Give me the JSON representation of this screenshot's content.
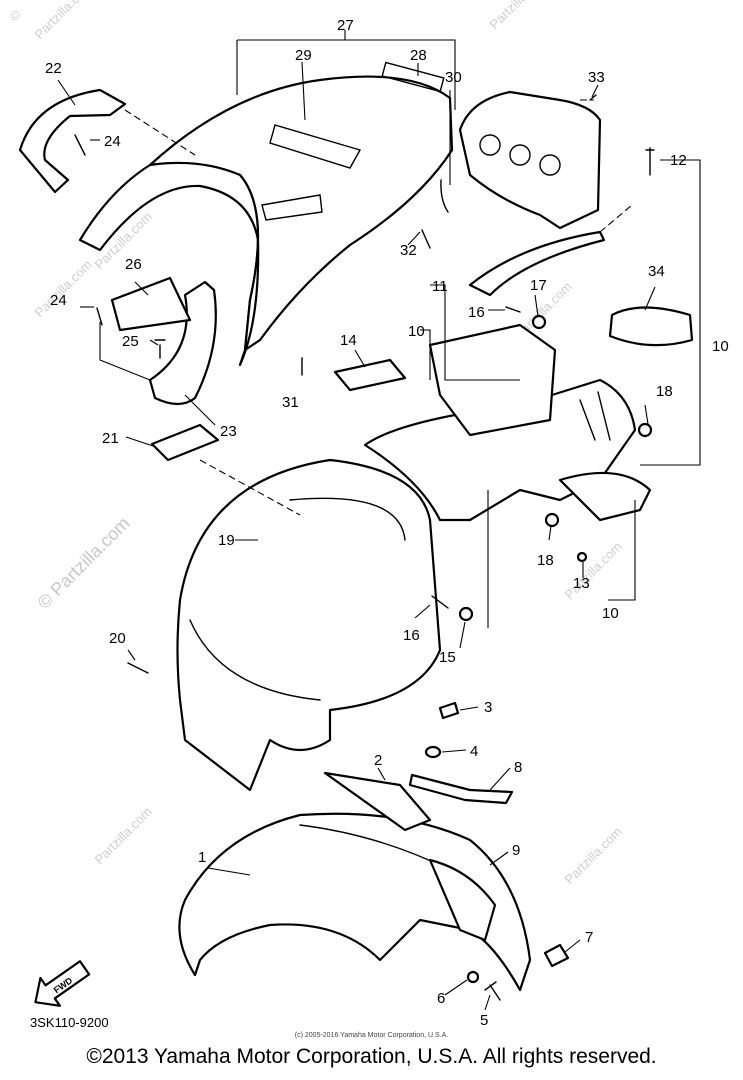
{
  "watermark": {
    "symbol": "©",
    "brand": "Partzilla.com",
    "main": "© Partzilla.com"
  },
  "fwd_label": "FWD",
  "callouts": {
    "c1": "1",
    "c2": "2",
    "c3": "3",
    "c4": "4",
    "c5": "5",
    "c6": "6",
    "c7": "7",
    "c8": "8",
    "c9": "9",
    "c10a": "10",
    "c10b": "10",
    "c10c": "10",
    "c11": "11",
    "c12": "12",
    "c13": "13",
    "c14": "14",
    "c15": "15",
    "c16a": "16",
    "c16b": "16",
    "c17": "17",
    "c18a": "18",
    "c18b": "18",
    "c19": "19",
    "c20": "20",
    "c21": "21",
    "c22": "22",
    "c23": "23",
    "c24a": "24",
    "c24b": "24",
    "c25": "25",
    "c26": "26",
    "c27": "27",
    "c28": "28",
    "c29": "29",
    "c30": "30",
    "c31": "31",
    "c32": "32",
    "c33": "33",
    "c34": "34"
  },
  "diagram_code": "3SK110-9200",
  "fine_print": "(c) 2005-2016 Yamaha Motor Corporation, U.S.A.",
  "copyright": "©2013 Yamaha Motor Corporation, U.S.A. All rights reserved."
}
